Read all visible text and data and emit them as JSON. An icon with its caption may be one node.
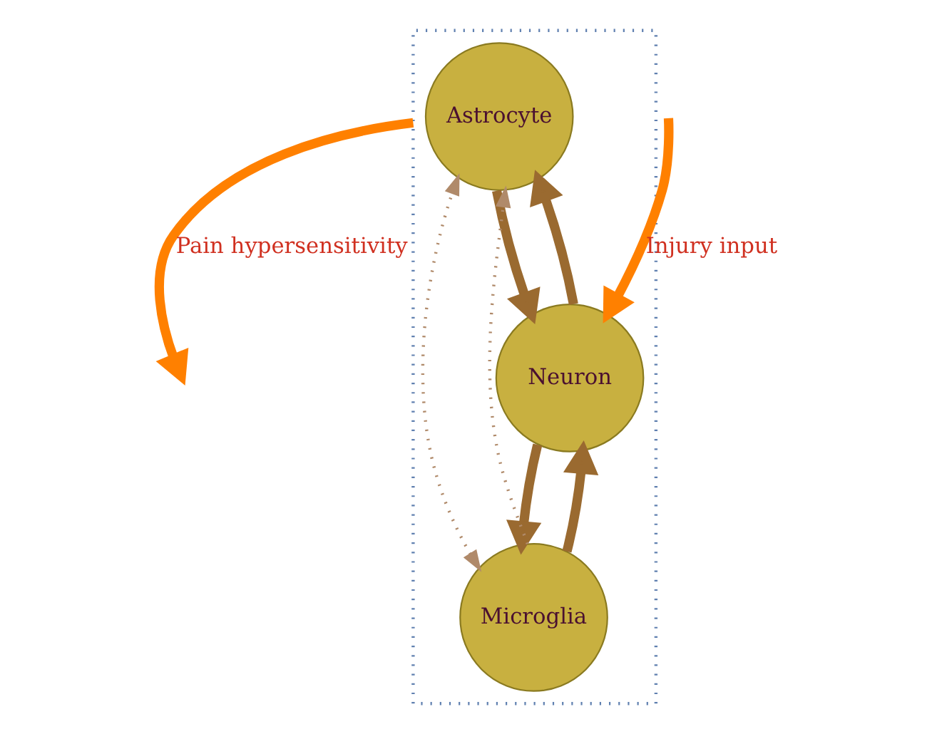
{
  "diagram": {
    "nodes": [
      {
        "text": [],
        "shape": "box"
      },
      {
        "text": [
          "Astrocyte"
        ],
        "in": 0
      },
      {
        "text": [
          "Neuron"
        ],
        "in": 0
      },
      {
        "text": [
          "Microglia"
        ],
        "in": 0
      }
    ],
    "edges": [
      {
        "from": null,
        "to": 2,
        "arrow": "to",
        "label": "Injury input",
        "color": "#ff8000"
      },
      {
        "from": 2,
        "to": 1,
        "arrow": "to"
      },
      {
        "from": 1,
        "to": 2,
        "arrow": "to"
      },
      {
        "from": 2,
        "to": 3,
        "arrow": "to"
      },
      {
        "from": 3,
        "to": 2,
        "arrow": "to"
      },
      {
        "from": 3,
        "to": 1,
        "arrow": "both",
        "style": "dashed",
        "color": "#b08a6a"
      },
      {
        "from": 3,
        "to": 1,
        "arrow": "to",
        "style": "dashed",
        "color": "#b08a6a"
      },
      {
        "from": 0,
        "to": null,
        "arrow": "to",
        "label": "Pain hypersensitivity",
        "color": "#ff8000"
      }
    ]
  }
}
